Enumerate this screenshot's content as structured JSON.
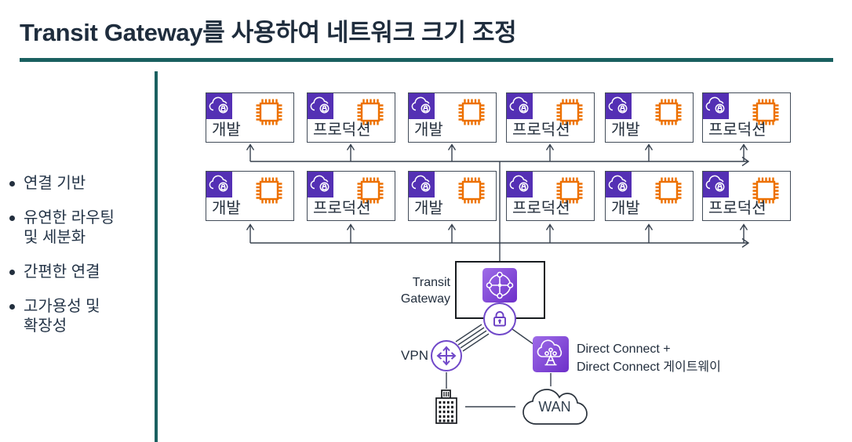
{
  "slide": {
    "title": "Transit Gateway를 사용하여 네트워크 크기 조정"
  },
  "sidebar": {
    "bullets": [
      "연결 기반",
      "유연한 라우팅\n및 세분화",
      "간편한 연결",
      "고가용성 및\n확장성"
    ]
  },
  "diagram": {
    "vpc_rows": [
      {
        "labels": [
          "개발",
          "프로덕션",
          "개발",
          "프로덕션",
          "개발",
          "프로덕션"
        ]
      },
      {
        "labels": [
          "개발",
          "프로덕션",
          "개발",
          "프로덕션",
          "개발",
          "프로덕션"
        ]
      }
    ],
    "transit_gateway": {
      "label": "Transit\nGateway"
    },
    "vpn": {
      "label": "VPN"
    },
    "direct_connect": {
      "label": "Direct Connect +\nDirect Connect 게이트웨이"
    },
    "wan": {
      "label": "WAN"
    }
  },
  "icons": {
    "vpc-cloud-icon": "cloud-with-lock",
    "ec2-chip-icon": "processor-chip",
    "transit-gateway-icon": "circle-hub-with-nodes",
    "lock-icon": "padlock",
    "vpn-gateway-icon": "crossed-double-arrows",
    "direct-connect-icon": "cloud-with-tower",
    "building-icon": "corporate-building",
    "wan-cloud-icon": "cloud-outline"
  },
  "colors": {
    "accent_teal": "#1a6060",
    "title_navy": "#1f2d3d",
    "text_navy": "#232f3e",
    "aws_purple": "#5430b4",
    "purple_stroke": "#7048c9",
    "gradient_purple_start": "#9e6ce8",
    "gradient_purple_end": "#6d2fc9",
    "chip_orange": "#ed7100",
    "connector_gray": "#38424f"
  }
}
